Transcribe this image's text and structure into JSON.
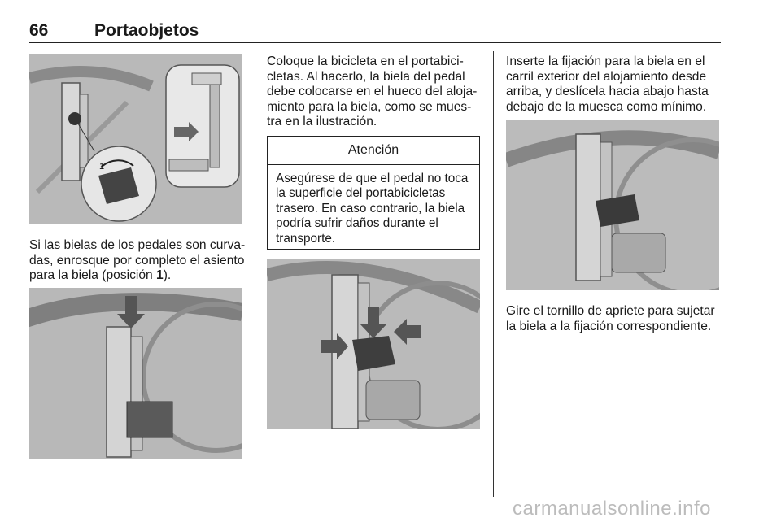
{
  "header": {
    "page_number": "66",
    "title": "Portaobjetos"
  },
  "column1": {
    "paragraph": "Si las bielas de los pedales son curva-das, enrosque por completo el asiento para la biela (posición ",
    "position_ref": "1",
    "paragraph_end": ")."
  },
  "column2": {
    "paragraph": "Coloque la bicicleta en el portabici-cletas. Al hacerlo, la biela del pedal debe colocarse en el hueco del aloja-miento para la biela, como se mues-tra en la ilustración.",
    "callout": {
      "title": "Atención",
      "body": "Asegúrese de que el pedal no toca la superficie del portabicicletas trasero. En caso contrario, la biela podría sufrir daños durante el transporte."
    }
  },
  "column3": {
    "paragraph_top": "Inserte la fijación para la biela en el carril exterior del alojamiento desde arriba, y deslícela hacia abajo hasta debajo de la muesca como mínimo.",
    "paragraph_bottom": "Gire el tornillo de apriete para sujetar la biela a la fijación correspondiente."
  },
  "figures": {
    "fig1_callout_label": "1"
  },
  "footer": {
    "watermark": "carmanualsonline.info"
  }
}
